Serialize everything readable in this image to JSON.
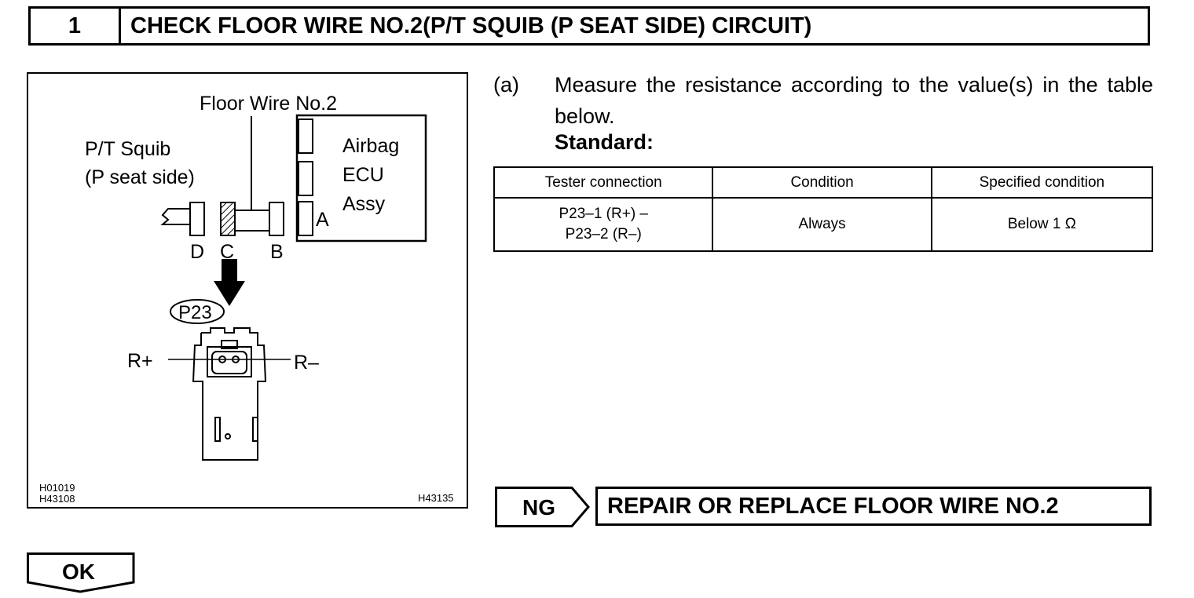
{
  "header": {
    "step_number": "1",
    "title": "CHECK FLOOR WIRE NO.2(P/T SQUIB (P SEAT SIDE) CIRCUIT)"
  },
  "figure": {
    "floor_wire_label": "Floor Wire No.2",
    "squib_label_line1": "P/T Squib",
    "squib_label_line2": "(P seat side)",
    "ecu_label_line1": "Airbag",
    "ecu_label_line2": "ECU",
    "ecu_label_line3": "Assy",
    "connector_a": "A",
    "connector_b": "B",
    "connector_c": "C",
    "connector_d": "D",
    "connector_id": "P23",
    "probe_positive": "R+",
    "probe_negative": "R–",
    "ids_left_line1": "H01019",
    "ids_left_line2": "H43108",
    "id_right": "H43135"
  },
  "instruction": {
    "label": "(a)",
    "text": "Measure the resistance according to the value(s) in the table below.",
    "standard_label": "Standard:"
  },
  "table": {
    "headers": [
      "Tester connection",
      "Condition",
      "Specified condition"
    ],
    "rows": [
      {
        "tester_line1": "P23–1 (R+) –",
        "tester_line2": "P23–2 (R–)",
        "condition": "Always",
        "specified": "Below 1 Ω"
      }
    ]
  },
  "ng_result": {
    "tag": "NG",
    "action": "REPAIR OR REPLACE FLOOR WIRE NO.2"
  },
  "ok_result": {
    "tag": "OK"
  }
}
